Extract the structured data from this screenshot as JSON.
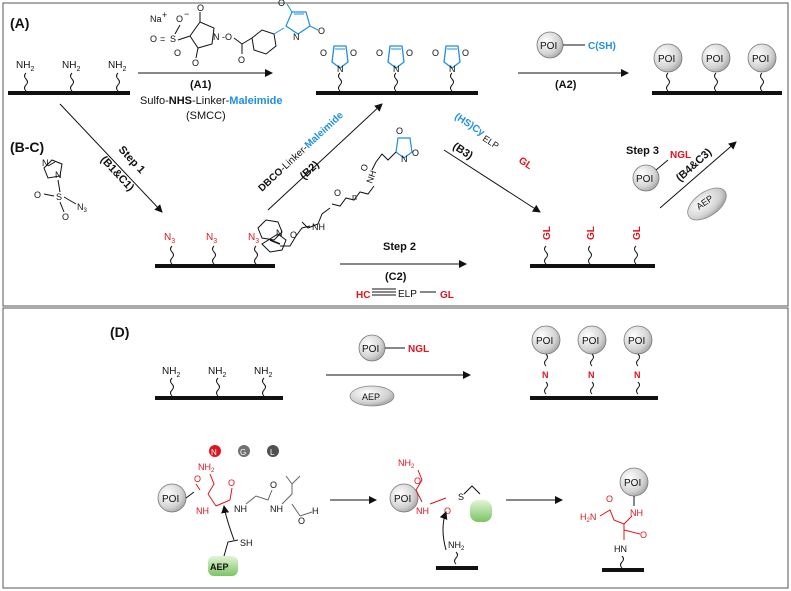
{
  "panels": {
    "top_label_a": "(A)",
    "top_label_bc": "(B-C)",
    "bottom_label_d": "(D)"
  },
  "groups": {
    "nh2": "NH",
    "nh2_sub": "2",
    "n3": "N",
    "n3_sub": "3",
    "gl": "GL",
    "n": "N"
  },
  "reagents": {
    "a1_label": "(A1)",
    "a1_name_prefix": "Sulfo-",
    "a1_name_nhs": "NHS",
    "a1_name_mid": "-Linker-",
    "a1_name_mal": "Maleimide",
    "a1_abbrev": "(SMCC)",
    "a1_na": "Na",
    "a1_o": "O",
    "a1_s": "S",
    "a1_n": "N",
    "a2_label": "(A2)",
    "a2_thiol": "C(SH)",
    "poi": "POI",
    "step1": "Step 1",
    "b1c1": "(B1&C1)",
    "b2_label": "(B2)",
    "b2_dbco": "DBCO",
    "b2_linker": "-Linker-",
    "b2_mal": "Maleimide",
    "b3_label": "(B3)",
    "b3_hs": "(HS)Cy",
    "b3_elp": "ELP",
    "b3_gl": "GL",
    "step2": "Step 2",
    "c2_label": "(C2)",
    "c2_hc": "HC",
    "c2_elp": "ELP",
    "c2_gl": "GL",
    "step3": "Step 3",
    "b4c3": "(B4&C3)",
    "ngl": "NGL",
    "aep": "AEP"
  },
  "mechanism": {
    "nh2": "NH",
    "sub2": "2",
    "nh": "NH",
    "h": "H",
    "o": "O",
    "s": "S",
    "sh": "SH",
    "hn": "HN",
    "n_circle": "N",
    "g_circle": "G",
    "l_circle": "L",
    "aep": "AEP",
    "poi": "POI"
  },
  "colors": {
    "blue": "#1f8fe0",
    "red": "#e0141e",
    "green": "#8fd07a",
    "grey_ball": "#d8d8d8"
  }
}
